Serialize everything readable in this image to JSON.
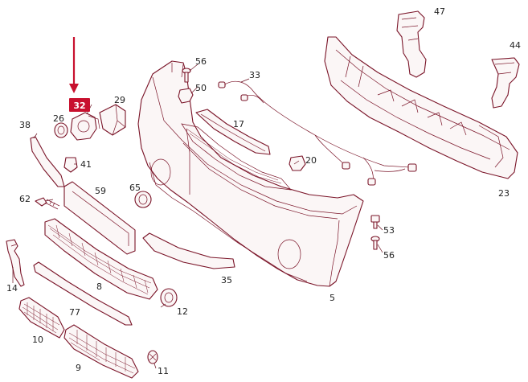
{
  "diagram": {
    "highlight_color": "#c8102e",
    "line_color": "#7a1428",
    "highlighted_part": "32",
    "labels": {
      "p5": "5",
      "p8": "8",
      "p9": "9",
      "p10": "10",
      "p11": "11",
      "p12": "12",
      "p14": "14",
      "p17": "17",
      "p20": "20",
      "p23": "23",
      "p26": "26",
      "p29": "29",
      "p32": "32",
      "p33": "33",
      "p35": "35",
      "p38": "38",
      "p41": "41",
      "p44": "44",
      "p47": "47",
      "p50": "50",
      "p53": "53",
      "p56a": "56",
      "p56b": "56",
      "p59": "59",
      "p62": "62",
      "p65": "65",
      "p77": "77"
    }
  }
}
